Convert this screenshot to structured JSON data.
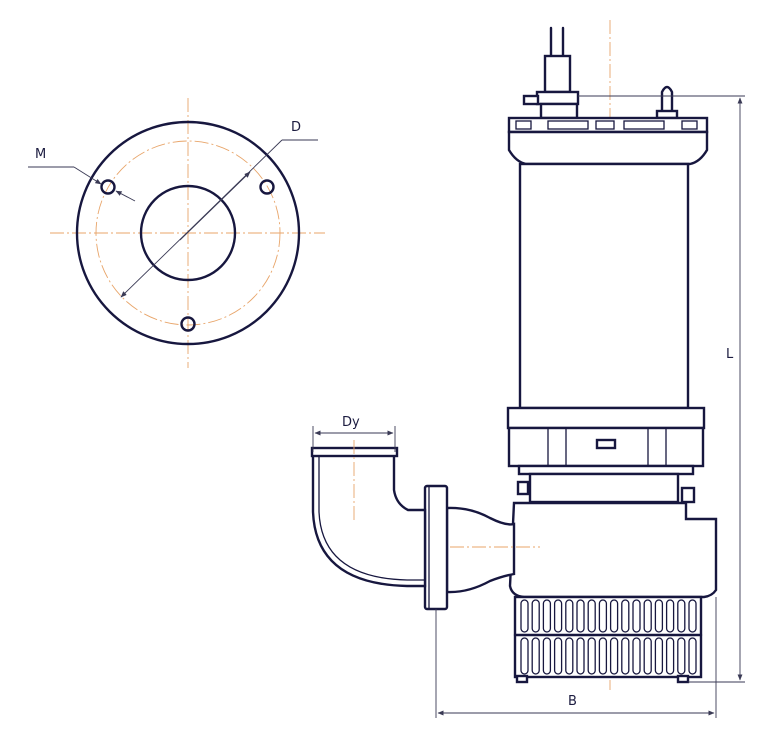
{
  "labels": {
    "bolt_hole": "M",
    "bolt_circle_diameter": "D",
    "outlet_diameter": "Dy",
    "overall_length": "L",
    "overall_width": "B"
  },
  "colors": {
    "ink": "#17173f",
    "centerline": "#e8a56a",
    "background": "#ffffff"
  }
}
